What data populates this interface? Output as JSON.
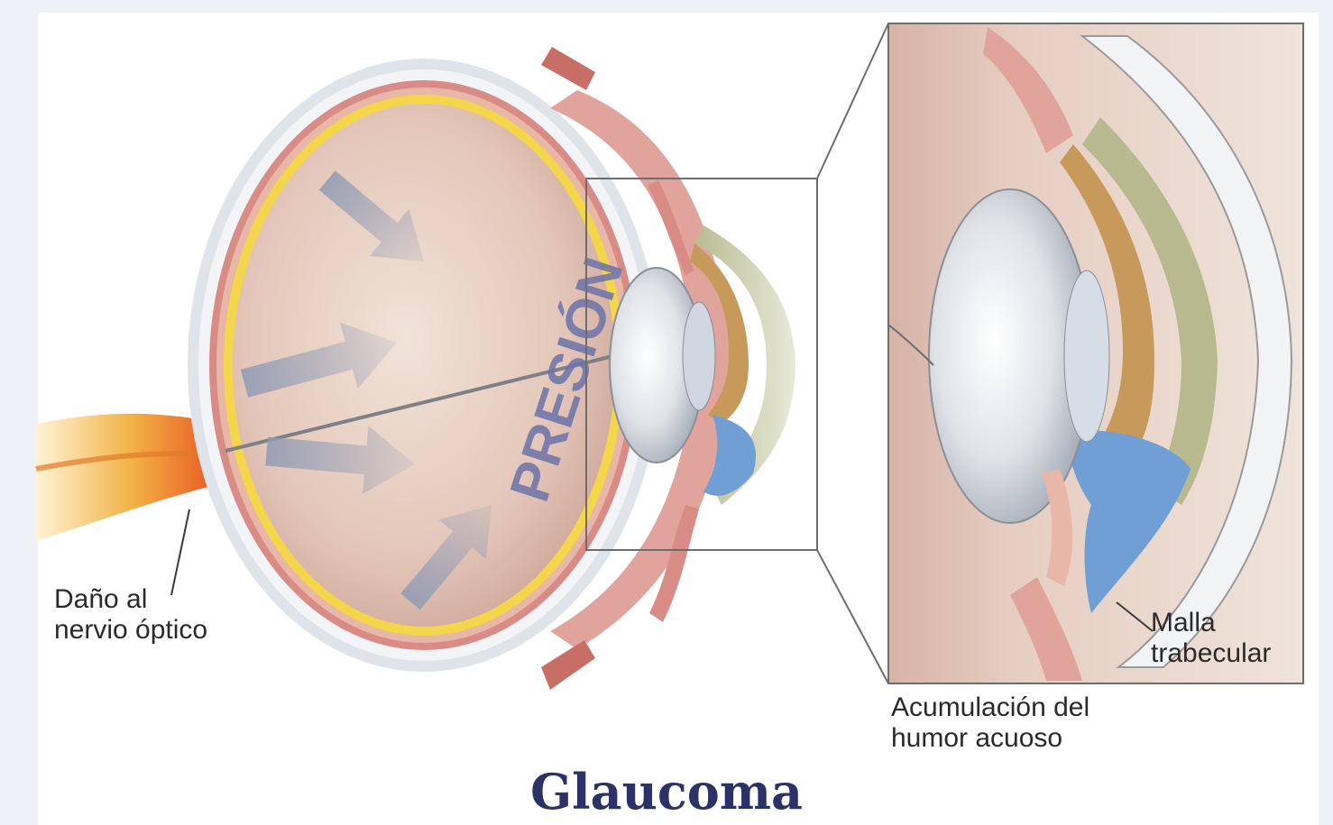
{
  "title": "Glaucoma",
  "pressure_word": "PRESIÓN",
  "labels": {
    "nerve_damage": [
      "Daño al",
      "nervio óptico"
    ],
    "trabecular": [
      "Malla",
      "trabecular"
    ],
    "aqueous": [
      "Acumulación del",
      "humor acuoso"
    ]
  },
  "colors": {
    "title": "#2b3267",
    "pressure_text": "#6b72a8",
    "retina_yellow": "#f3d64a",
    "aqueous_blue": "#6f9fd4",
    "iris_brown": "#c79a5c",
    "sclera_pink": "#d99a94"
  }
}
